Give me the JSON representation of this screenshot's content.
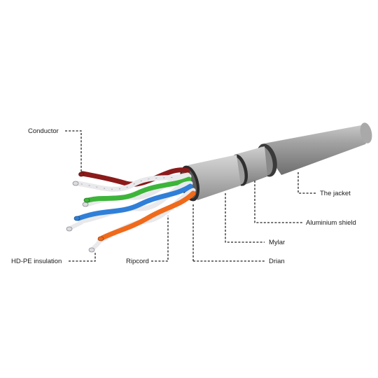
{
  "labels": {
    "conductor": "Conductor",
    "hdpe_insulation": "HD-PE insulation",
    "ripcord": "Ripcord",
    "drian": "Drian",
    "mylar": "Mylar",
    "aluminium_shield": "Aluminium shield",
    "jacket": "The jacket"
  },
  "colors": {
    "jacket": "#9a9a9a",
    "shield_ring": "#3a3a3a",
    "mylar": "#b5b5b5",
    "pair_brown": "#8b1a1a",
    "pair_green": "#3db53a",
    "pair_blue": "#2f7fd8",
    "pair_orange": "#f06a1c",
    "white_wire": "#e9e9ec",
    "leader": "#222222"
  }
}
